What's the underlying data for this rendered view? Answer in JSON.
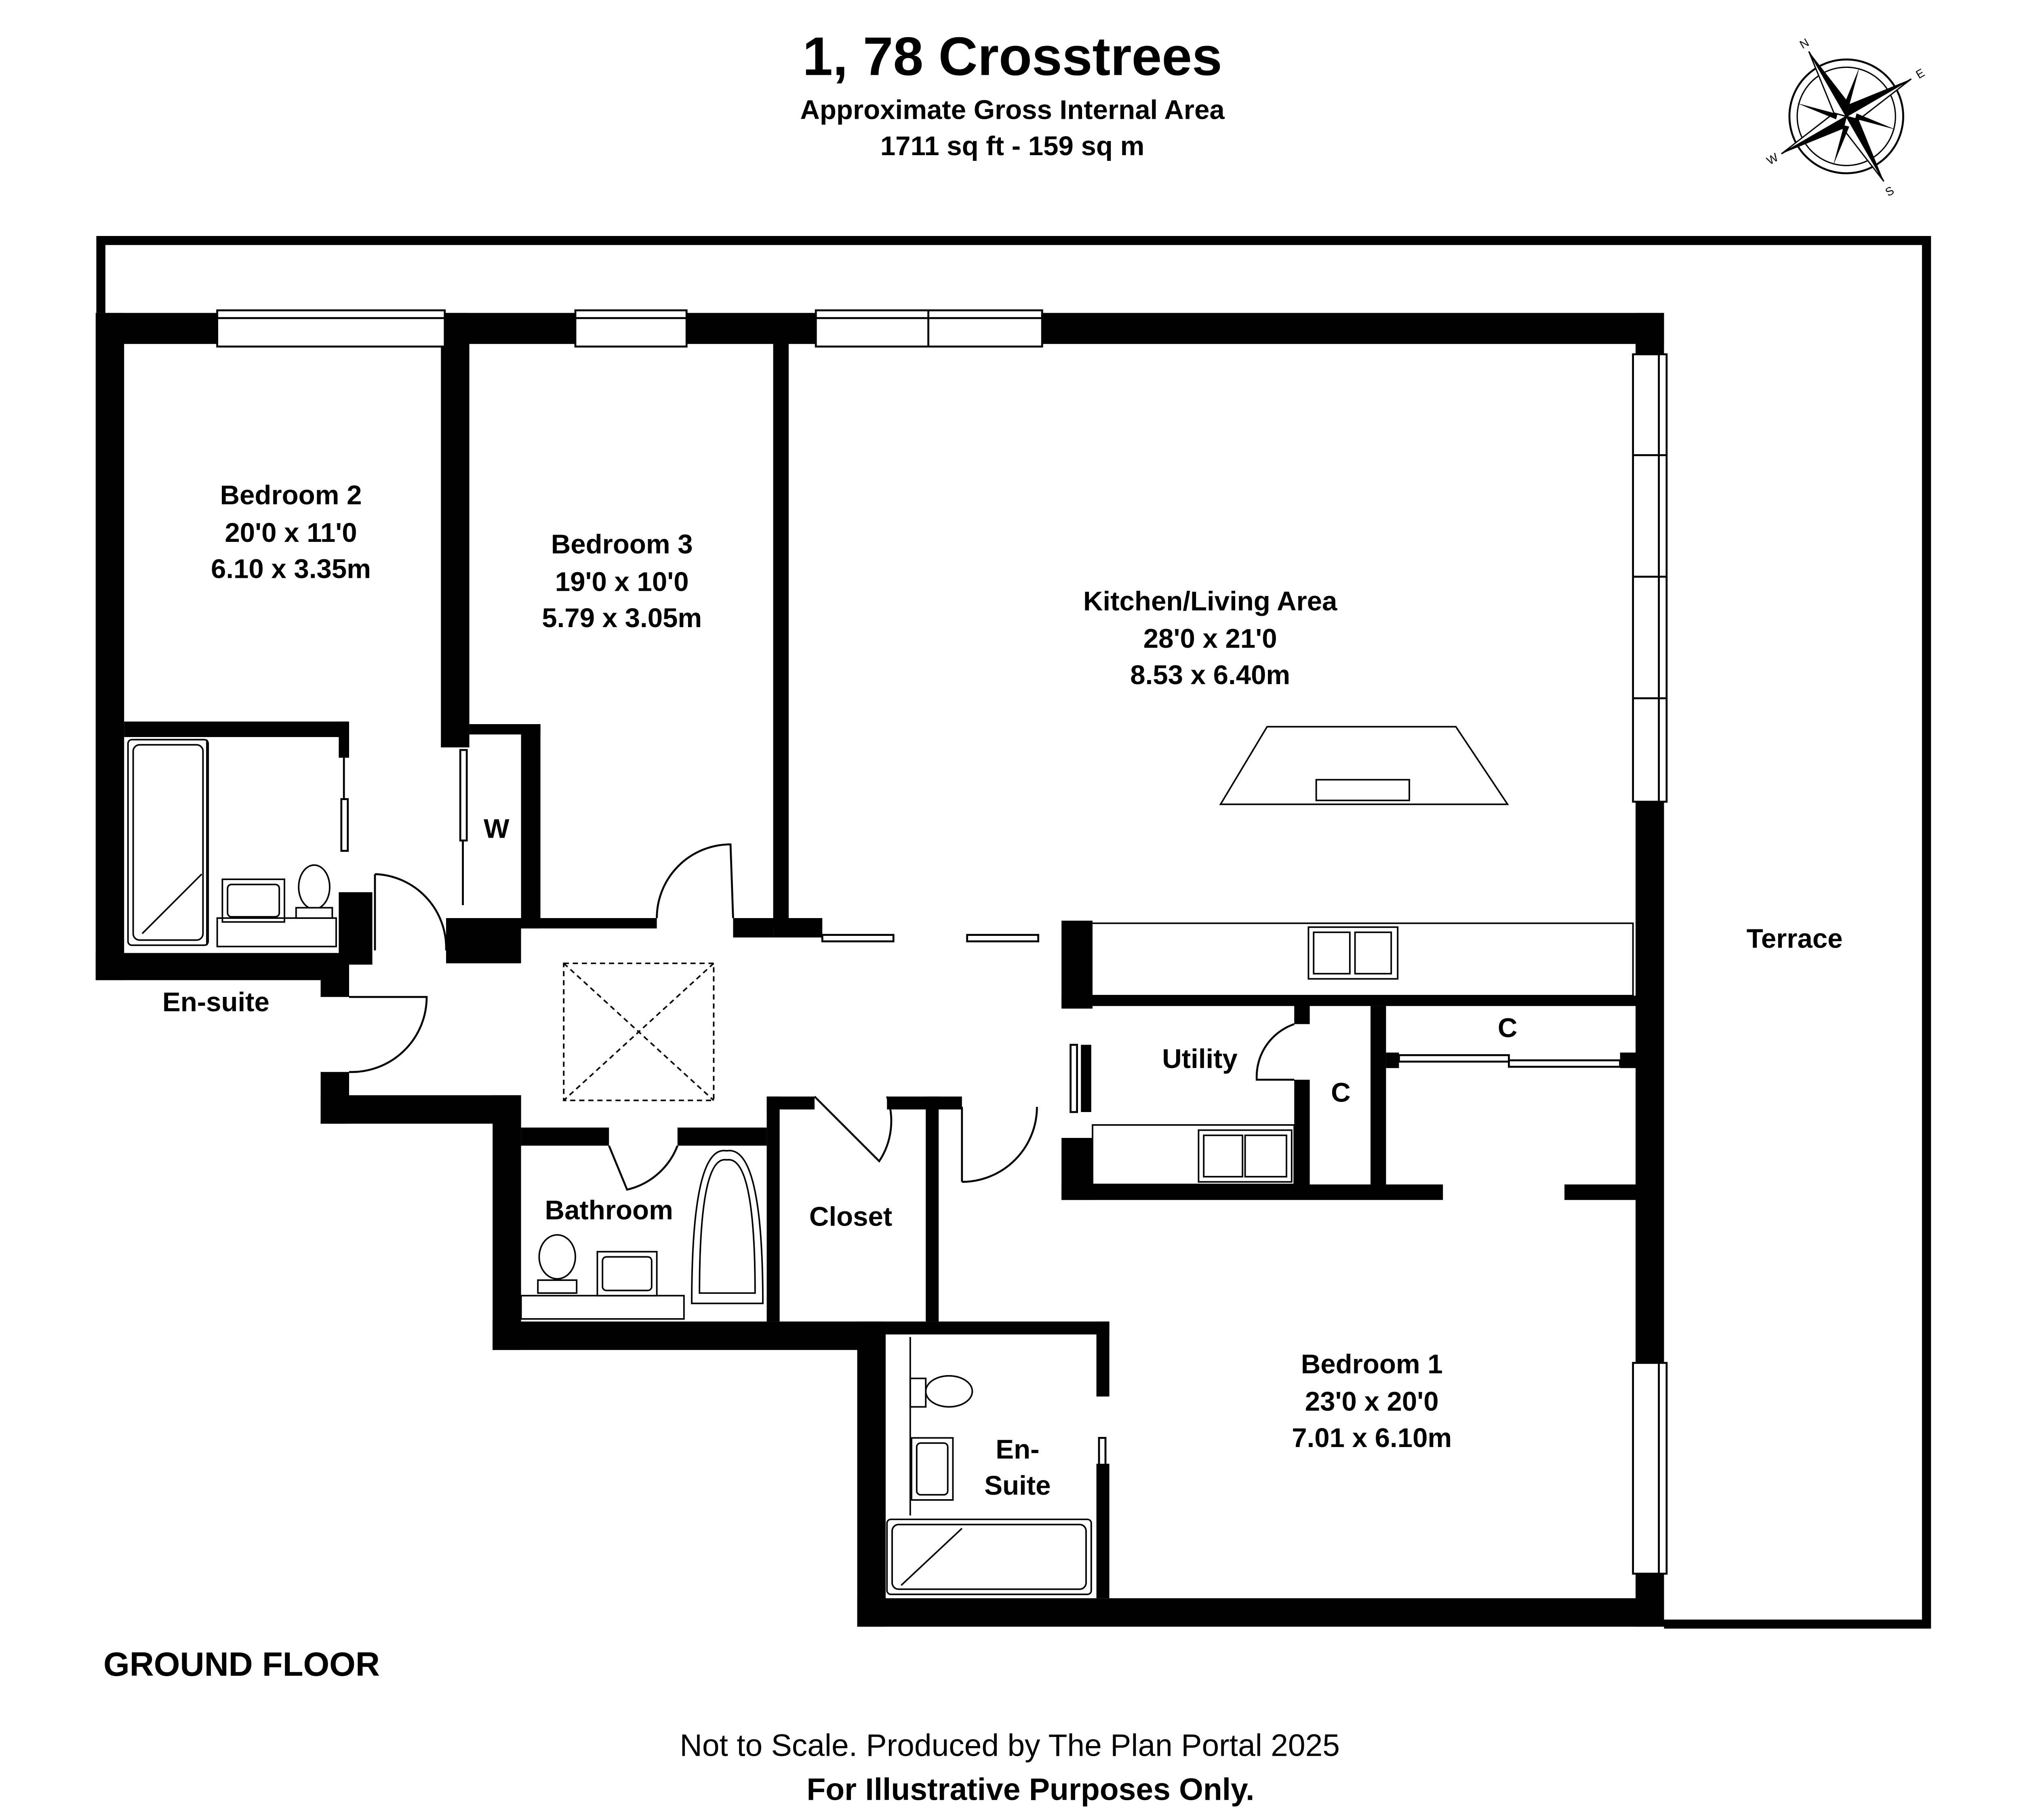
{
  "header": {
    "title": "1, 78 Crosstrees",
    "subtitle": "Approximate Gross Internal Area",
    "area": "1711 sq ft - 159 sq m"
  },
  "compass": {
    "n": "N",
    "e": "E",
    "s": "S",
    "w": "W"
  },
  "rooms": {
    "bedroom2": {
      "name": "Bedroom 2",
      "imperial": "20'0 x 11'0",
      "metric": "6.10 x 3.35m"
    },
    "bedroom3": {
      "name": "Bedroom 3",
      "imperial": "19'0 x 10'0",
      "metric": "5.79 x 3.05m"
    },
    "kitchen": {
      "name": "Kitchen/Living Area",
      "imperial": "28'0 x 21'0",
      "metric": "8.53 x 6.40m"
    },
    "bedroom1": {
      "name": "Bedroom 1",
      "imperial": "23'0 x 20'0",
      "metric": "7.01 x 6.10m"
    },
    "terrace": "Terrace",
    "ensuite_left": "En-suite",
    "wardrobe": "W",
    "utility": "Utility",
    "cupboard_a": "C",
    "cupboard_b": "C",
    "bathroom": "Bathroom",
    "closet": "Closet",
    "ensuite_lower_1": "En-",
    "ensuite_lower_2": "Suite"
  },
  "floor_label": "GROUND FLOOR",
  "footer": {
    "line1": "Not to Scale. Produced by The Plan Portal 2025",
    "line2": "For Illustrative Purposes Only."
  },
  "colors": {
    "wall": "#000000",
    "background": "#ffffff",
    "fixture": "#000000"
  }
}
